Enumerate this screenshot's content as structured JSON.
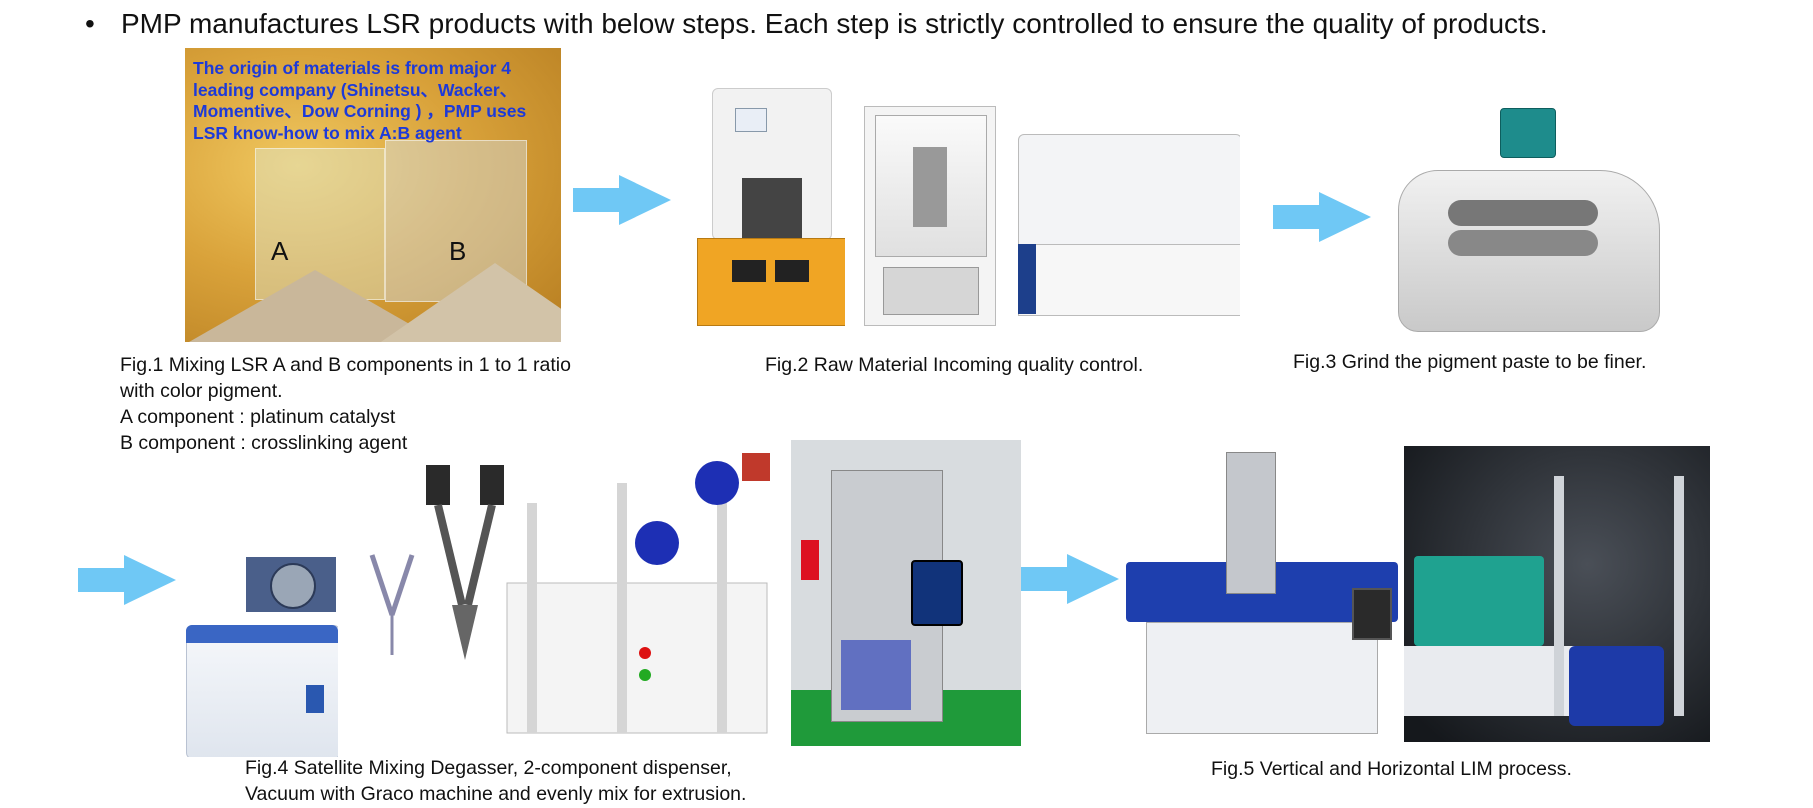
{
  "header": {
    "bullet": "•",
    "text": "PMP manufactures LSR products with below steps. Each step is strictly controlled to ensure the quality of products."
  },
  "fig1": {
    "note": "The origin of materials is from major 4 leading company (Shinetsu、Wacker、Momentive、Dow Corning ) ，PMP uses LSR know-how to mix A:B agent",
    "label_a": "A",
    "label_b": "B",
    "caption_lines": [
      "Fig.1 Mixing LSR A and B components in 1 to 1 ratio",
      "with color pigment.",
      "A component : platinum catalyst",
      "B component : crosslinking agent"
    ]
  },
  "fig2": {
    "caption": "Fig.2 Raw Material Incoming quality control."
  },
  "fig3": {
    "caption": "Fig.3 Grind the pigment paste to be finer."
  },
  "fig4": {
    "caption_lines": [
      "Fig.4 Satellite Mixing Degasser, 2-component dispenser,",
      "Vacuum with Graco machine and evenly mix for extrusion."
    ]
  },
  "fig5": {
    "caption": "Fig.5 Vertical and Horizontal LIM process."
  },
  "colors": {
    "arrow": "#6fc8f5",
    "note_text": "#1d3ad8"
  }
}
